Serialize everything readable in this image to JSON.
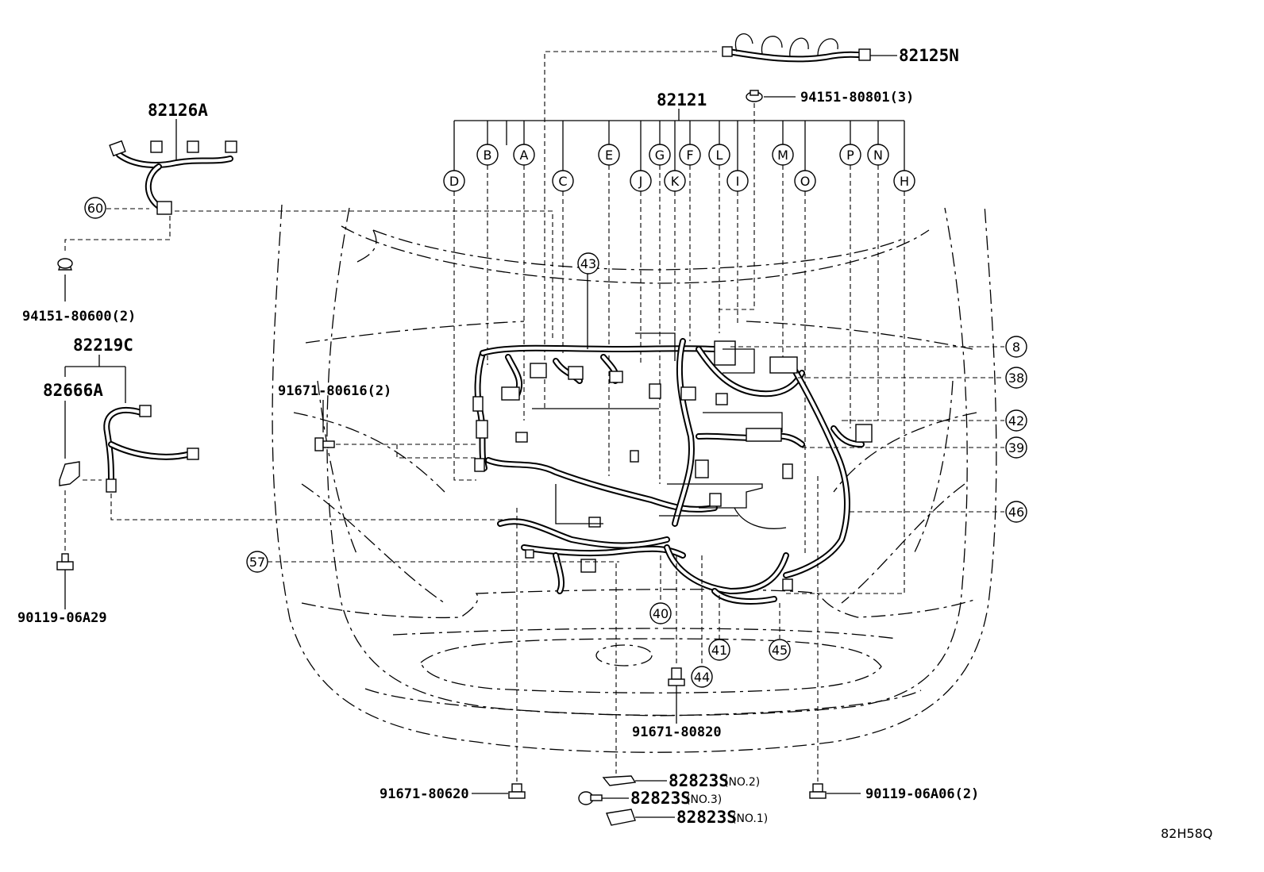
{
  "parts": {
    "p82125N": "82125N",
    "p94151_80801": "94151-80801(3)",
    "p82121": "82121",
    "p82126A": "82126A",
    "p94151_80600": "94151-80600(2)",
    "p82219C": "82219C",
    "p82666A": "82666A",
    "p90119_06A29": "90119-06A29",
    "p91671_80616": "91671-80616(2)",
    "p91671_80820": "91671-80820",
    "p91671_80620": "91671-80620",
    "p82823S_no2": "82823S",
    "p82823S_no2_sfx": "(NO.2)",
    "p82823S_no3": "82823S",
    "p82823S_no3_sfx": "(NO.3)",
    "p82823S_no1": "82823S",
    "p82823S_no1_sfx": "(NO.1)",
    "p90119_06A06": "90119-06A06(2)"
  },
  "letters": {
    "D": "D",
    "B": "B",
    "A": "A",
    "C": "C",
    "E": "E",
    "J": "J",
    "G": "G",
    "K": "K",
    "F": "F",
    "L": "L",
    "I": "I",
    "M": "M",
    "O": "O",
    "P": "P",
    "N": "N",
    "H": "H"
  },
  "callouts": {
    "c60": "60",
    "c43": "43",
    "c8": "8",
    "c38": "38",
    "c42": "42",
    "c39": "39",
    "c46": "46",
    "c57": "57",
    "c40": "40",
    "c41": "41",
    "c44": "44",
    "c45": "45"
  },
  "diagram_code": "82H58Q"
}
